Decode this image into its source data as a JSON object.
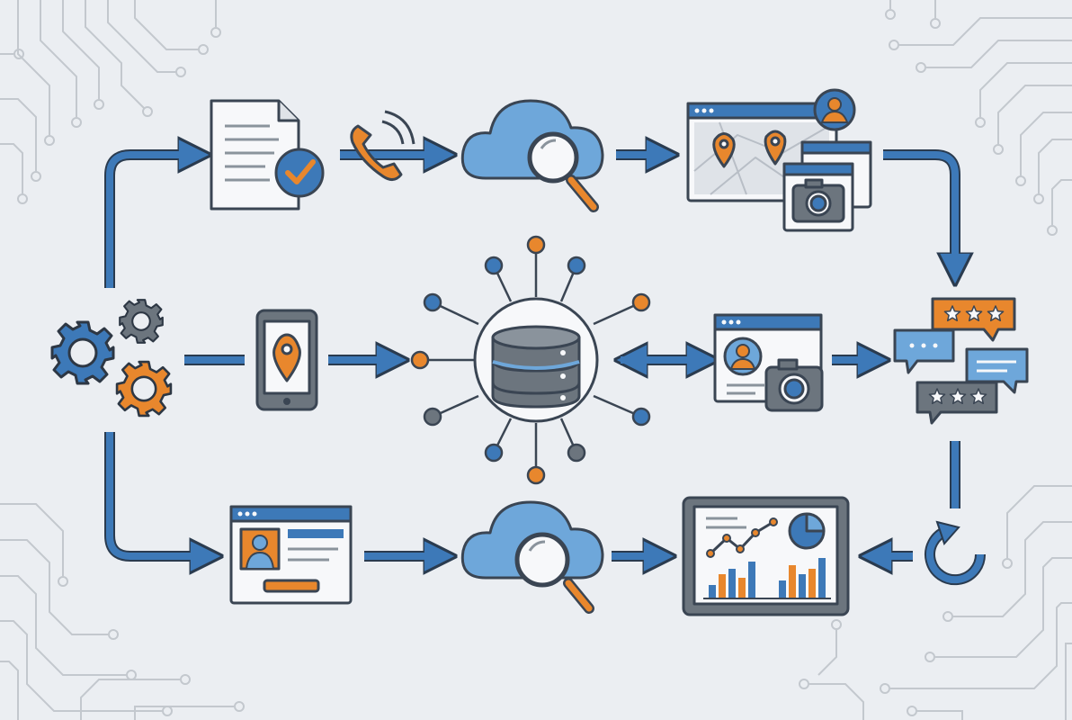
{
  "palette": {
    "background": "#ebeef2",
    "blue": "#3d79b8",
    "light_blue": "#6ea7da",
    "orange": "#e8872d",
    "outline": "#3a4553",
    "gray": "#6c757e",
    "paper": "#f7f8fa",
    "circuit": "#c3c8ce"
  },
  "nodes": [
    {
      "name": "gears-icon",
      "icon": "three gears (blue, gray, orange)"
    },
    {
      "name": "checked-document-icon",
      "icon": "document with check badge"
    },
    {
      "name": "phone-call-icon",
      "icon": "ringing telephone handset"
    },
    {
      "name": "cloud-search-icon",
      "icon": "cloud with magnifying glass"
    },
    {
      "name": "map-photo-windows-icon",
      "icon": "map window with pins, user avatar and photo windows"
    },
    {
      "name": "mobile-location-icon",
      "icon": "smartphone with location pin"
    },
    {
      "name": "database-hub-icon",
      "icon": "database hub with network nodes"
    },
    {
      "name": "profile-photo-window-icon",
      "icon": "profile window with camera"
    },
    {
      "name": "reviews-chat-icon",
      "icon": "chat bubbles with star ratings"
    },
    {
      "name": "profile-form-window-icon",
      "icon": "profile form window"
    },
    {
      "name": "cloud-search-icon-2",
      "icon": "cloud with magnifying glass"
    },
    {
      "name": "analytics-tablet-icon",
      "icon": "tablet with line, pie and bar charts"
    },
    {
      "name": "refresh-icon",
      "icon": "circular refresh arrow"
    }
  ]
}
